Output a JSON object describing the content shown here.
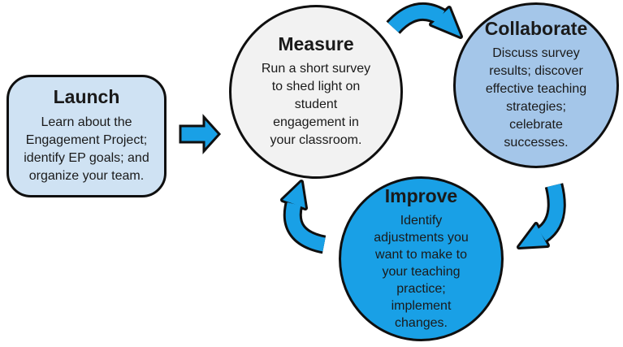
{
  "diagram": {
    "type": "cycle-flow-diagram",
    "nodes": {
      "launch": {
        "title": "Launch",
        "body": "Learn about the\nEngagement Project;\nidentify EP goals; and\norganize your team.",
        "shape": "rounded-rectangle",
        "fill": "#cfe2f3"
      },
      "measure": {
        "title": "Measure",
        "body": "Run a short survey\nto shed light on\nstudent\nengagement in\nyour classroom.",
        "shape": "circle",
        "fill": "#f2f2f2"
      },
      "collaborate": {
        "title": "Collaborate",
        "body": "Discuss survey\nresults; discover\neffective teaching\nstrategies;\ncelebrate\nsuccesses.",
        "shape": "circle",
        "fill": "#a4c6e9"
      },
      "improve": {
        "title": "Improve",
        "body": "Identify\nadjustments you\nwant to make to\nyour teaching\npractice;\nimplement\nchanges.",
        "shape": "circle",
        "fill": "#19a0e6"
      }
    },
    "arrows": [
      {
        "name": "arrow-launch-to-measure",
        "style": "straight-block-arrow",
        "direction": "right"
      },
      {
        "name": "arrow-measure-to-collaborate",
        "style": "curved-block-arrow",
        "direction": "down-right"
      },
      {
        "name": "arrow-collaborate-to-improve",
        "style": "curved-block-arrow",
        "direction": "down-left"
      },
      {
        "name": "arrow-improve-to-measure",
        "style": "curved-block-arrow",
        "direction": "up"
      }
    ],
    "colors": {
      "arrow_fill": "#19a0e6",
      "outline": "#0f0f0f",
      "background": "#ffffff",
      "text": "#1a1a1a"
    }
  }
}
